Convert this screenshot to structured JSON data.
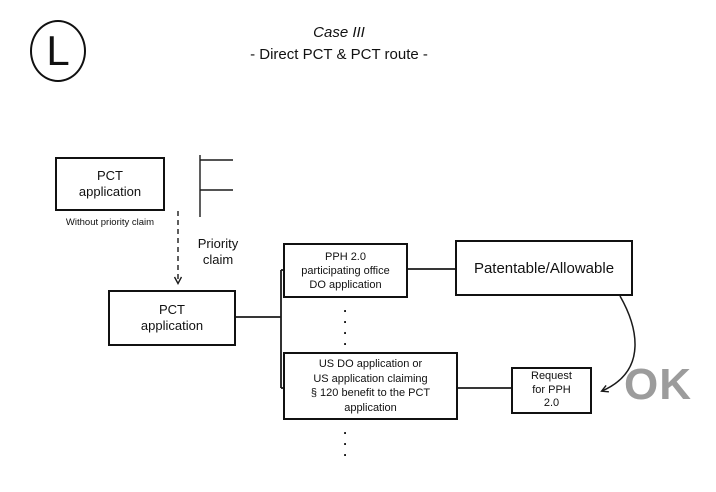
{
  "header": {
    "badge": "L",
    "title": "Case III",
    "subtitle": "- Direct PCT & PCT route -"
  },
  "labels": {
    "priority_claim": "Priority\nclaim",
    "ok": "OK",
    "dots_top": ".\n.\n.\n.",
    "dots_bottom": ".\n.\n."
  },
  "boxes": {
    "pct_without_priority": {
      "text": "PCT\napplication",
      "caption": "Without priority claim"
    },
    "pct_with_priority": {
      "text": "PCT\napplication"
    },
    "pph_office": {
      "text": "PPH 2.0\nparticipating office\nDO application"
    },
    "patentable": {
      "text": "Patentable/Allowable"
    },
    "us_do": {
      "text": "US DO application or\nUS application claiming\n§ 120 benefit to the PCT\napplication"
    },
    "request_pph": {
      "text": "Request\nfor PPH\n2.0"
    }
  },
  "colors": {
    "line": "#1a1a1a",
    "ok_gray": "#9c9c9c"
  }
}
